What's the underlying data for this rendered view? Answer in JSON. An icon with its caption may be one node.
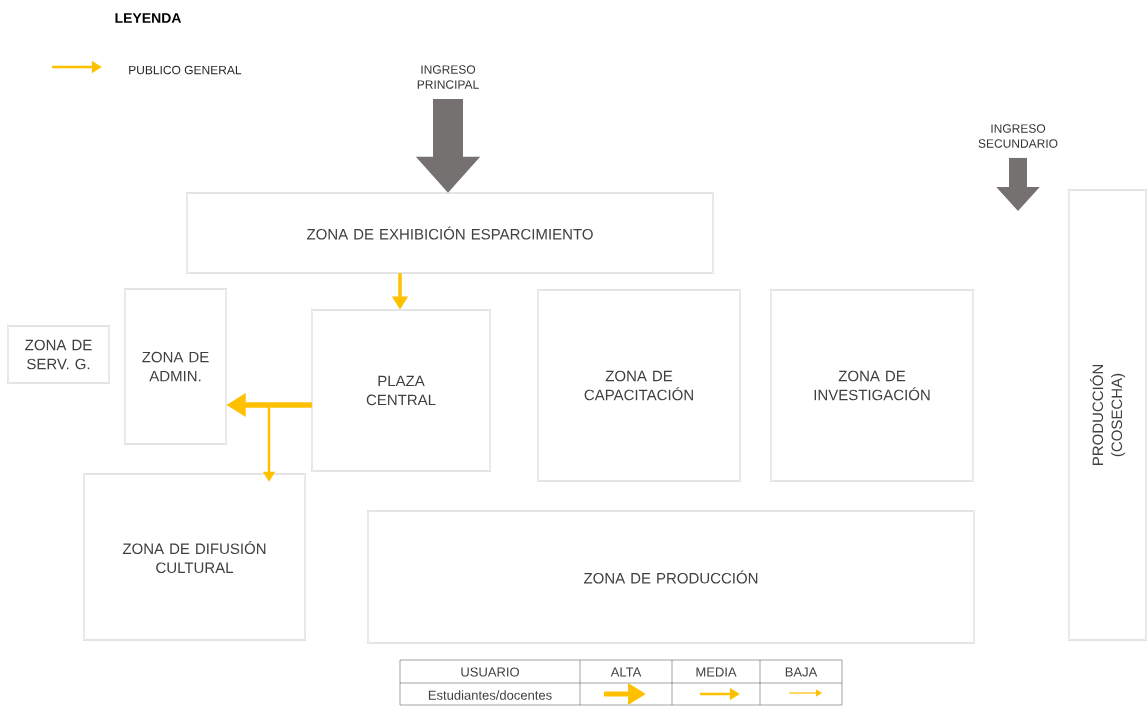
{
  "diagram": {
    "nodes": [
      {
        "text": [
          "INGRESO PRINCIPAL"
        ]
      },
      {
        "text": [
          "ZONA DE EXHIBICIÓN ESPARCIMIENTO"
        ]
      },
      {
        "text": [
          "ZONA DE SERV. G."
        ]
      },
      {
        "text": [
          "ZONA DE ADMIN."
        ]
      },
      {
        "text": [
          "PLAZA CENTRAL"
        ]
      },
      {
        "text": [
          "ZONA DE CAPACITACIÓN"
        ]
      },
      {
        "text": [
          "ZONA DE INVESTIGACIÓN"
        ]
      },
      {
        "text": [
          "INGRESO SECUNDARIO"
        ]
      },
      {
        "text": [
          "ZONA DE DIFUSIÓN CULTURAL"
        ]
      },
      {
        "text": [
          "ZONA DE PRODUCCIÓN"
        ]
      },
      {
        "text": [
          "PRODUCCIÓN (COSECHA)"
        ]
      }
    ],
    "edges": [
      {
        "from": 0,
        "to": 1,
        "arrow": "to",
        "style": "thick",
        "color": "#767171"
      },
      {
        "from": 7,
        "to": null,
        "arrow": "to",
        "style": "thick",
        "color": "#767171"
      },
      {
        "from": 1,
        "to": 4,
        "arrow": "to"
      },
      {
        "from": 4,
        "to": 3,
        "arrow": "to"
      },
      {
        "from": 4,
        "to": 8,
        "arrow": "to"
      }
    ],
    "labels": [
      "LEYENDA",
      "USUARIO",
      "ALTA",
      "MEDIA",
      "BAJA",
      "Estudiantes/docentes"
    ],
    "legend": [
      {
        "text": "PUBLICO GENERAL"
      }
    ]
  }
}
